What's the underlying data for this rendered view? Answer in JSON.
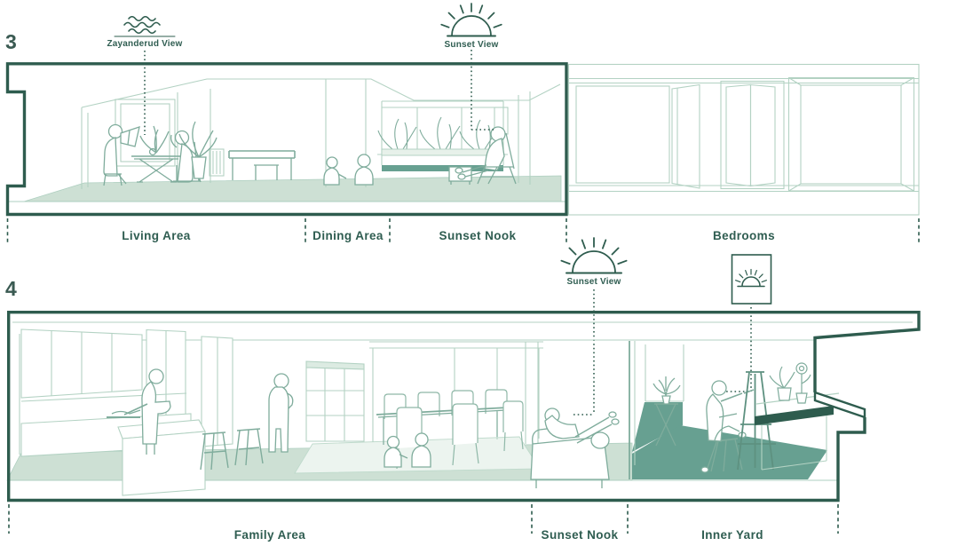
{
  "title": "Residential section diagrams with view annotations",
  "palette": {
    "outline_dark": "#2E5C4E",
    "line_medium": "#7FAC9C",
    "line_light": "#B3D2C3",
    "floor_light": "#CDE0D4",
    "floor_dark": "#67A091",
    "text": "#2F5D51"
  },
  "sections": [
    {
      "number": "3",
      "annotations": [
        {
          "name": "zayanderud-view",
          "icon": "waves-icon",
          "label": "Zayanderud View"
        },
        {
          "name": "sunset-view",
          "icon": "sunset-icon",
          "label": "Sunset View"
        }
      ],
      "areas": [
        {
          "label": "Living Area"
        },
        {
          "label": "Dining Area"
        },
        {
          "label": "Sunset Nook"
        },
        {
          "label": "Bedrooms"
        }
      ]
    },
    {
      "number": "4",
      "annotations": [
        {
          "name": "sunset-view",
          "icon": "sunset-icon",
          "label": "Sunset View"
        },
        {
          "name": "inner-yard-skylight",
          "icon": "sunset-framed-icon",
          "label": ""
        }
      ],
      "areas": [
        {
          "label": "Family Area"
        },
        {
          "label": "Sunset Nook"
        },
        {
          "label": "Inner Yard"
        }
      ]
    }
  ]
}
